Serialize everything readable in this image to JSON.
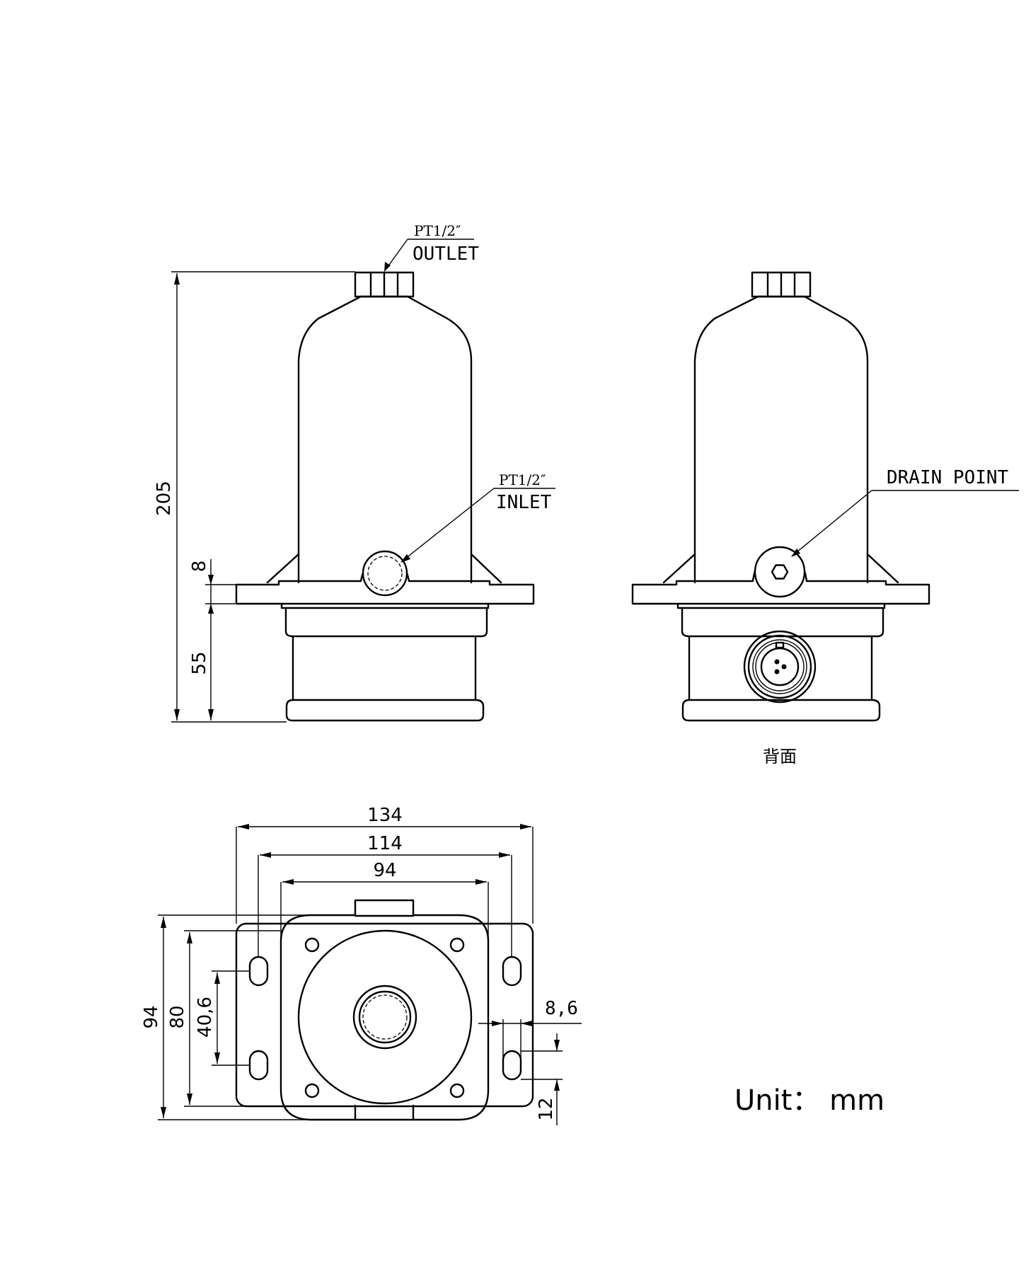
{
  "front_view": {
    "outlet_thread": "PT1/2″",
    "outlet_label": "OUTLET",
    "inlet_thread": "PT1/2″",
    "inlet_label": "INLET",
    "dim_total_height": "205",
    "dim_flange": "8",
    "dim_base": "55"
  },
  "back_view": {
    "drain_label": "DRAIN POINT",
    "caption": "背面"
  },
  "top_view": {
    "dim_width_134": "134",
    "dim_width_114": "114",
    "dim_width_94": "94",
    "dim_height_94": "94",
    "dim_height_80": "80",
    "dim_height_40_6": "40,6",
    "dim_slot_8_6": "8,6",
    "dim_slot_12": "12"
  },
  "unit_note": "Unit： mm"
}
